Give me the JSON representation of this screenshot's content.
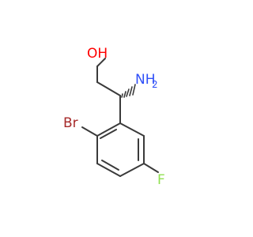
{
  "molecule": {
    "atoms": {
      "hydroxyl": "OH",
      "amine": "NH",
      "amine_h": "2",
      "bromine": "Br",
      "fluorine": "F"
    },
    "colors": {
      "bond": "#3a3a3a",
      "oxygen": "#ff0000",
      "nitrogen": "#3050f8",
      "bromine": "#a62929",
      "fluorine": "#90e050"
    }
  }
}
